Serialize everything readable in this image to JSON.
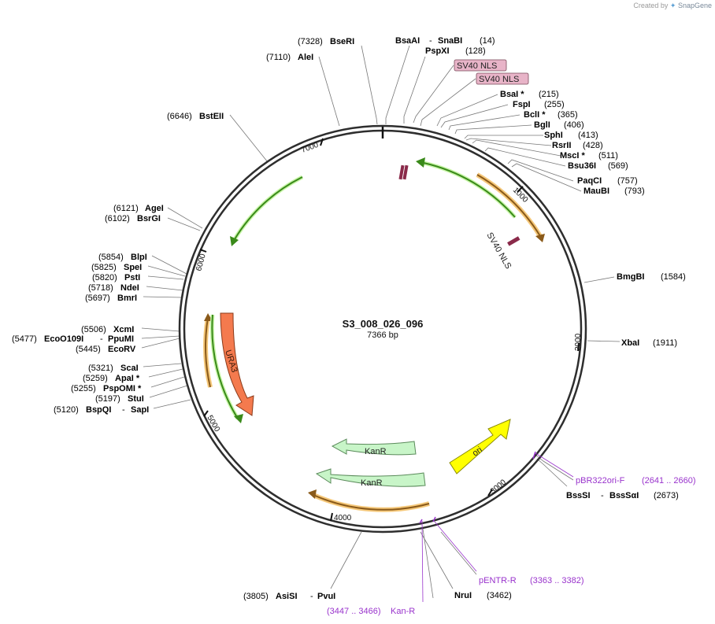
{
  "attribution": {
    "created_by": "Created by",
    "brand": "SnapGene"
  },
  "plasmid": {
    "name": "S3_008_026_096",
    "length_label": "7366 bp",
    "length": 7366
  },
  "ticks": [
    "1000",
    "2000",
    "3000",
    "4000",
    "5000",
    "6000",
    "7000"
  ],
  "sites": [
    {
      "name": "BsaAI",
      "pair": "SnaBI",
      "pos": "(14)"
    },
    {
      "name": "PspXI",
      "pos": "(128)"
    },
    {
      "name": "BsaI *",
      "pos": "(215)"
    },
    {
      "name": "FspI",
      "pos": "(255)"
    },
    {
      "name": "BclI *",
      "pos": "(365)"
    },
    {
      "name": "BglI",
      "pos": "(406)"
    },
    {
      "name": "SphI",
      "pos": "(413)"
    },
    {
      "name": "RsrII",
      "pos": "(428)"
    },
    {
      "name": "MscI *",
      "pos": "(511)"
    },
    {
      "name": "Bsu36I",
      "pos": "(569)"
    },
    {
      "name": "PaqCI",
      "pos": "(757)"
    },
    {
      "name": "MauBI",
      "pos": "(793)"
    },
    {
      "name": "BmgBI",
      "pos": "(1584)"
    },
    {
      "name": "XbaI",
      "pos": "(1911)"
    },
    {
      "name": "BssSI",
      "pair": "BssSαI",
      "pos": "(2673)"
    },
    {
      "name": "NruI",
      "pos": "(3462)"
    },
    {
      "name": "AsiSI",
      "pair": "PvuI",
      "pos": "(3805)"
    },
    {
      "name": "BspQI",
      "pair": "SapI",
      "pos": "(5120)"
    },
    {
      "name": "StuI",
      "pos": "(5197)"
    },
    {
      "name": "PspOMI *",
      "pos": "(5255)"
    },
    {
      "name": "ApaI *",
      "pos": "(5259)"
    },
    {
      "name": "ScaI",
      "pos": "(5321)"
    },
    {
      "name": "EcoRV",
      "pos": "(5445)"
    },
    {
      "name": "EcoO109I",
      "pair": "PpuMI",
      "pos": "(5477)"
    },
    {
      "name": "XcmI",
      "pos": "(5506)"
    },
    {
      "name": "BmrI",
      "pos": "(5697)"
    },
    {
      "name": "NdeI",
      "pos": "(5718)"
    },
    {
      "name": "PstI",
      "pos": "(5820)"
    },
    {
      "name": "SpeI",
      "pos": "(5825)"
    },
    {
      "name": "BlpI",
      "pos": "(5854)"
    },
    {
      "name": "BsrGI",
      "pos": "(6102)"
    },
    {
      "name": "AgeI",
      "pos": "(6121)"
    },
    {
      "name": "BstEII",
      "pos": "(6646)"
    },
    {
      "name": "AleI",
      "pos": "(7110)"
    },
    {
      "name": "BseRI",
      "pos": "(7328)"
    }
  ],
  "features": {
    "sv40_nls_a": "SV40 NLS",
    "sv40_nls_b": "SV40 NLS",
    "sv40_nls_inner": "SV40 NLS",
    "ura3": "URA3",
    "kanr_1": "KanR",
    "kanr_2": "KanR",
    "ori": "ori"
  },
  "primers": [
    {
      "name": "pBR322ori-F",
      "range": "(2641 .. 2660)"
    },
    {
      "name": "pENTR-R",
      "range": "(3363 .. 3382)"
    },
    {
      "name": "Kan-R",
      "range": "(3447 .. 3466)"
    }
  ],
  "colors": {
    "backbone": "#333333",
    "green_arrow": "#3a8a1a",
    "orange_highlight": "#f5c87a",
    "ura3": "#f47a4e",
    "kanr": "#c8f5c8",
    "ori": "#ffff00",
    "sv40_box": "#e8b4c8",
    "primer": "#9933cc"
  }
}
